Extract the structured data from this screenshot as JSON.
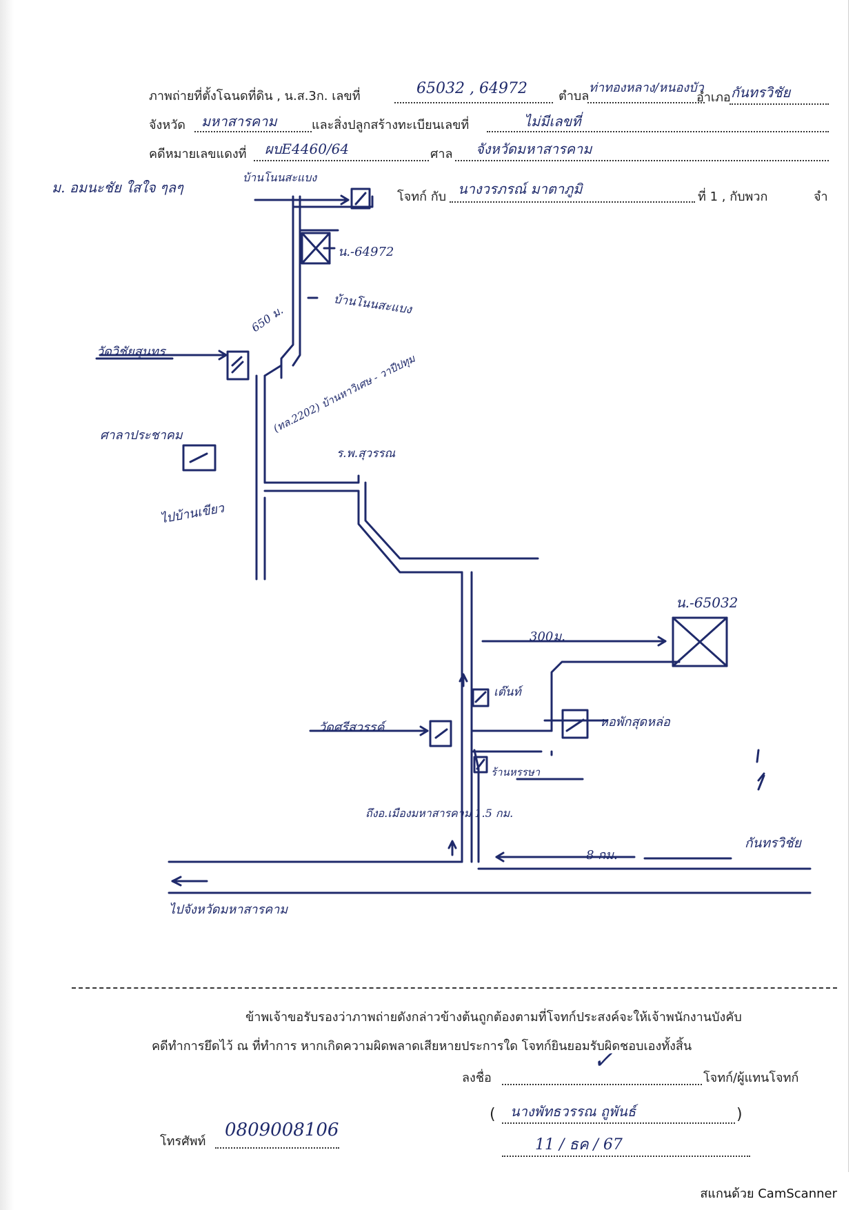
{
  "header": {
    "line1_prefix": "ภาพถ่ายที่ตั้งโฉนดที่ดิน , น.ส.3ก. เลขที่",
    "deed_numbers": "65032 , 64972",
    "subdistrict_label": "ตำบล",
    "subdistrict_value": "ท่าทองหลาง/หนองบัว",
    "district_label": "อำเภอ",
    "district_value": "กันทรวิชัย",
    "province_label": "จังหวัด",
    "province_value": "มหาสารคาม",
    "building_label": "และสิ่งปลูกสร้างทะเบียนเลขที่",
    "building_value": "ไม่มีเลขที่",
    "case_label": "คดีหมายเลขแดงที่",
    "case_value": "ผบE4460/64",
    "court_label": "ศาล",
    "court_value": "จังหวัดมหาสารคาม",
    "plaintiff_label": "โจทก์ กับ",
    "defendant_value": "นางวรภรณ์ มาตาภูมิ",
    "defendant_suffix": "ที่ 1 , กับพวก",
    "suffix_short": "จำ"
  },
  "map": {
    "village": "ม. อมนะชัย ใสใจ ๆลๆ",
    "roadside_house": "บ้านโนนสะแบง",
    "parcel_64972": "น.-64972",
    "house_label_2": "บ้านโนนสะแบง",
    "distance_650": "650 ม.",
    "road_name": "(ทล.2202) บ้านหาวิเศษ - วาปีปทุม",
    "temple": "วัดวิชัยสุนทร",
    "clinic": "ศาลาประชาคม",
    "school": "ร.พ.สุวรรณ",
    "to_village": "ไปบ้านเขียว",
    "parcel_65032": "น.-65032",
    "distance_300": "300ม.",
    "shop": "เต๊นท์",
    "temple_2": "วัดศรีสวรรค์",
    "dorm": "หอพักสุดหล่อ",
    "shop_2": "ร้านหรรษา",
    "mahasarakham_dist": "ถึงอ.เมืองมหาสารคาม 1.5 กม.",
    "distance_8km": "8 กม.",
    "kantharawichai": "กันทรวิชัย",
    "bottom_road": "ไปจังหวัดมหาสารคาม"
  },
  "certification": {
    "line1": "ข้าพเจ้าขอรับรองว่าภาพถ่ายดังกล่าวข้างต้นถูกต้องตามที่โจทก์ประสงค์จะให้เจ้าพนักงานบังคับ",
    "line2": "คดีทำการยึดไว้ ณ ที่ทำการ หากเกิดความผิดพลาดเสียหายประการใด โจทก์ยินยอมรับผิดชอบเองทั้งสิ้น"
  },
  "signature": {
    "sign_label": "ลงชื่อ",
    "sign_role": "โจทก์/ผู้แทนโจทก์",
    "name_open": "(",
    "name_close": ")",
    "name_value": "นางพัทธวรรณ ถูพันธ์",
    "date_value": "11 / ธค / 67"
  },
  "phone": {
    "label": "โทรศัพท์",
    "value": "0809008106"
  },
  "footer": {
    "watermark": "สแกนด้วย CamScanner"
  }
}
